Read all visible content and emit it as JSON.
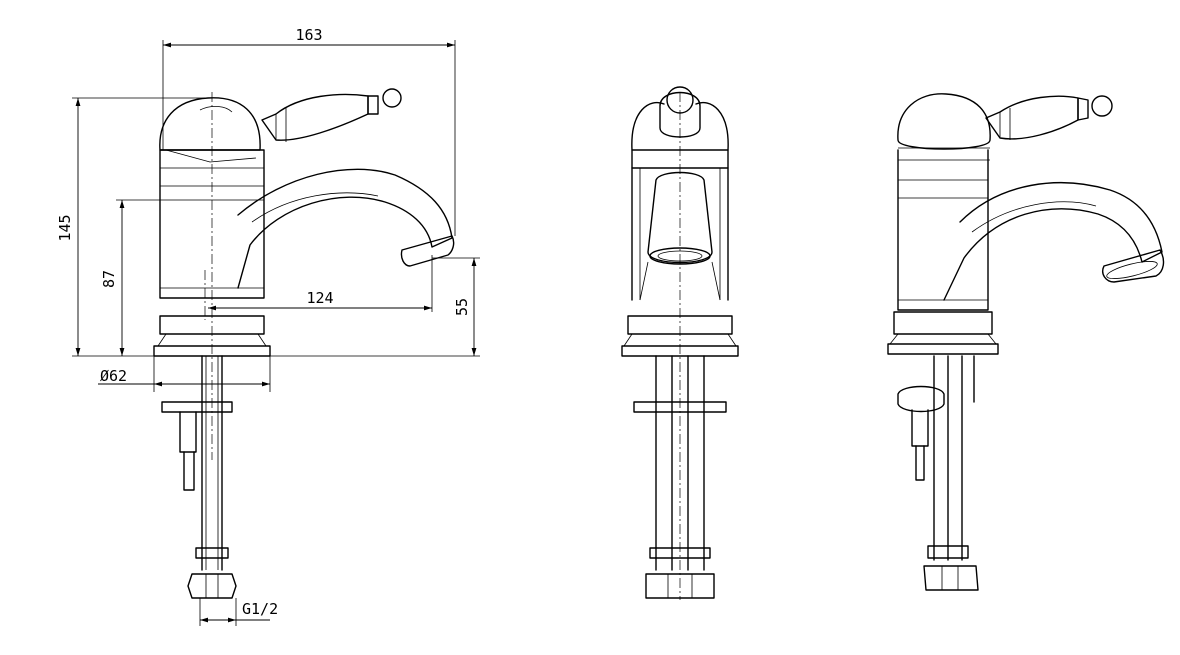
{
  "dimensions": {
    "overall_width": "163",
    "overall_height": "145",
    "body_height": "87",
    "spout_reach": "124",
    "spout_height": "55",
    "base_diameter": "Ø62",
    "thread": "G1/2"
  }
}
